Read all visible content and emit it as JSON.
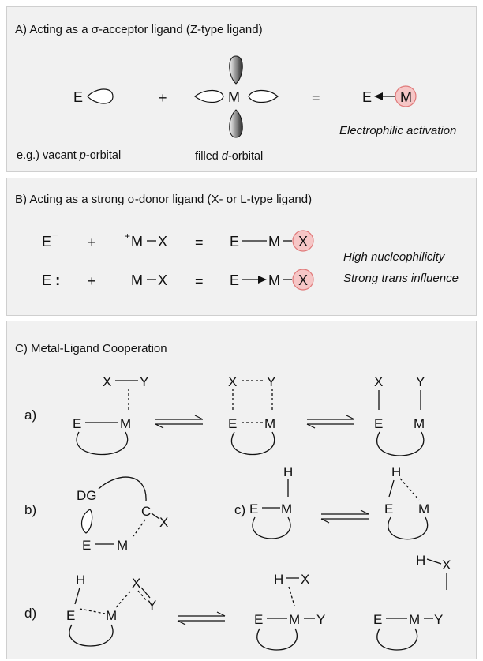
{
  "panelA": {
    "title": "A) Acting as a σ-acceptor ligand (Z-type ligand)",
    "E": "E",
    "plus": "+",
    "M": "M",
    "equals": "=",
    "E2": "E",
    "M2": "M",
    "note": "Electrophilic activation",
    "caption1_pre": "e.g.) vacant ",
    "caption1_italic": "p",
    "caption1_post": "-orbital",
    "caption2_pre": "filled ",
    "caption2_italic": "d",
    "caption2_post": "-orbital"
  },
  "panelB": {
    "title": "B) Acting as a strong σ-donor ligand (X- or L-type ligand)",
    "row1": {
      "E": "E",
      "charge": "−",
      "plus": "+",
      "mcharge": "+",
      "M": "M",
      "X": "X",
      "equals": "=",
      "pE": "E",
      "pM": "M",
      "pX": "X"
    },
    "row2": {
      "E": "E",
      "lonepair": ":",
      "plus": "+",
      "M": "M",
      "X": "X",
      "equals": "=",
      "pE": "E",
      "pM": "M",
      "pX": "X"
    },
    "note1": "High nucleophilicity",
    "note2": "Strong trans influence"
  },
  "panelC": {
    "title": "C) Metal-Ligand Cooperation",
    "labels": {
      "a": "a)",
      "b": "b)",
      "c": "c)",
      "d": "d)"
    },
    "atoms": {
      "E": "E",
      "M": "M",
      "X": "X",
      "Y": "Y",
      "H": "H",
      "C": "C",
      "DG": "DG"
    }
  },
  "colors": {
    "highlight_fill": "#f6c6c6",
    "highlight_stroke": "#e07a7a",
    "panel_bg": "#f1f1f1"
  }
}
